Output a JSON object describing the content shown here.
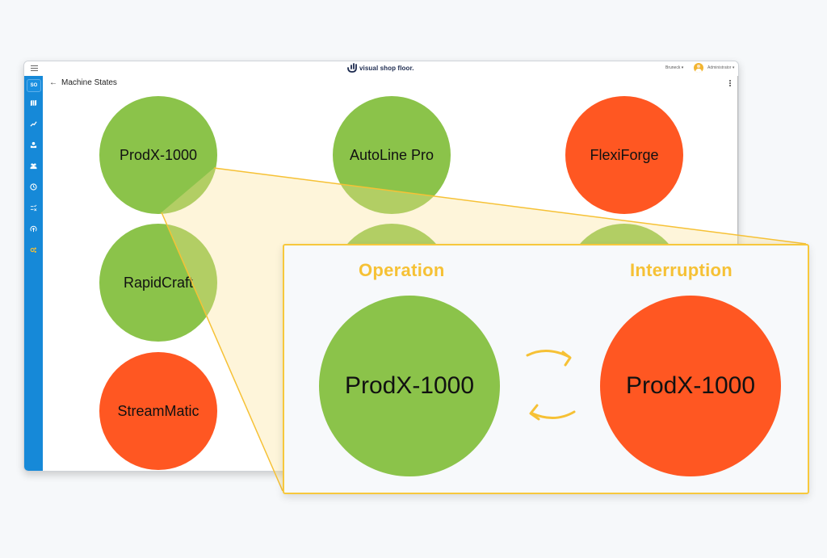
{
  "app": {
    "logo_text": "visual shop floor.",
    "site_selector": "Bruneck",
    "user_menu": "Administrator",
    "page_title": "Machine States"
  },
  "sidebar": {
    "badge": "SO",
    "items": [
      {
        "name": "map",
        "icon": "map-icon"
      },
      {
        "name": "analytics",
        "icon": "trend-icon"
      },
      {
        "name": "operator",
        "icon": "operator-icon"
      },
      {
        "name": "team",
        "icon": "users-icon"
      },
      {
        "name": "history",
        "icon": "clock-icon"
      },
      {
        "name": "tasks",
        "icon": "checklist-icon"
      },
      {
        "name": "upload",
        "icon": "upload-icon"
      },
      {
        "name": "settings",
        "icon": "gears-icon",
        "active_color": "#f6c135"
      }
    ]
  },
  "machines": [
    {
      "name": "ProdX-1000",
      "state": "operation"
    },
    {
      "name": "AutoLine Pro",
      "state": "operation"
    },
    {
      "name": "FlexiForge",
      "state": "interruption"
    },
    {
      "name": "RapidCraft",
      "state": "operation"
    },
    {
      "name": "",
      "state": "operation"
    },
    {
      "name": "",
      "state": "operation"
    },
    {
      "name": "StreamMatic",
      "state": "interruption"
    }
  ],
  "callout": {
    "left_label": "Operation",
    "right_label": "Interruption",
    "left_machine": "ProdX-1000",
    "right_machine": "ProdX-1000"
  },
  "colors": {
    "operation": "#8bc34a",
    "interruption": "#ff5722",
    "accent": "#f6c135",
    "sidebar": "#1689d8"
  }
}
